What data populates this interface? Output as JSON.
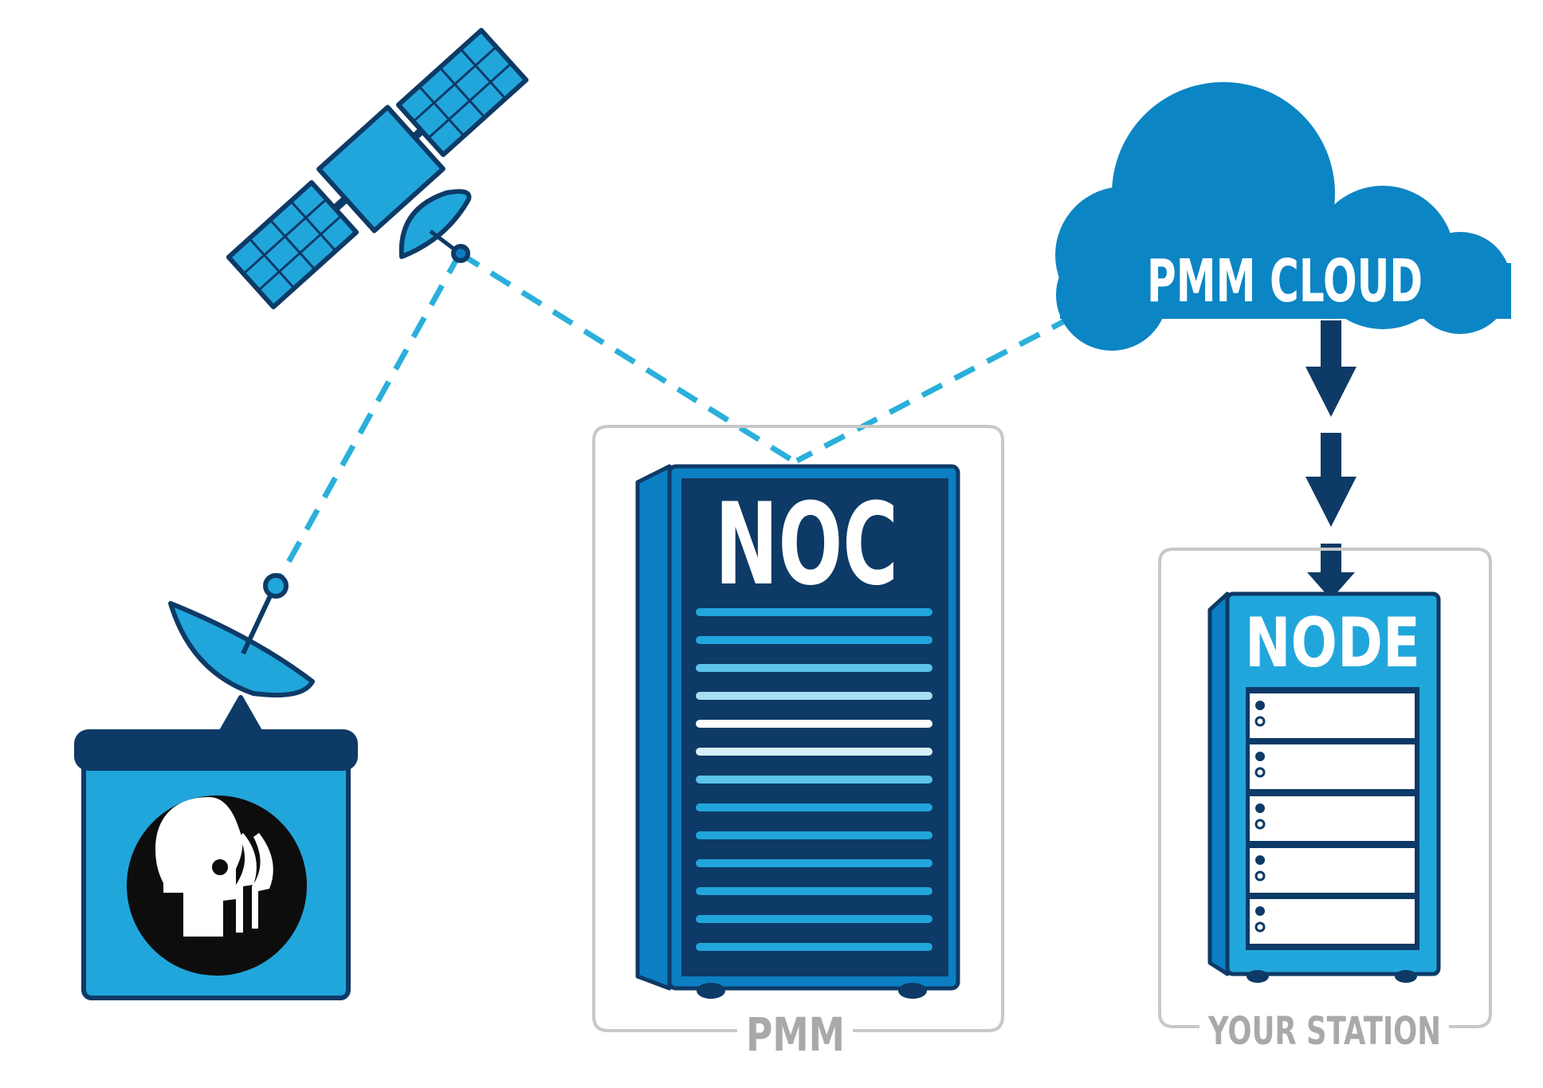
{
  "labels": {
    "cloud": "PMM CLOUD",
    "noc": "NOC",
    "pmm": "PMM",
    "node": "NODE",
    "station": "YOUR STATION"
  },
  "colors": {
    "dark_navy": "#0d3a66",
    "mid_blue": "#0b7fc2",
    "cloud_blue": "#0c85c4",
    "light_blue": "#21a6dc",
    "dash_blue": "#2ab0da",
    "frame_gray": "#c8c8c8",
    "label_gray": "#a9a9a9"
  },
  "icons": [
    "satellite-icon",
    "satellite-dish-icon",
    "pbs-logo-icon",
    "cloud-icon",
    "server-rack-icon"
  ]
}
